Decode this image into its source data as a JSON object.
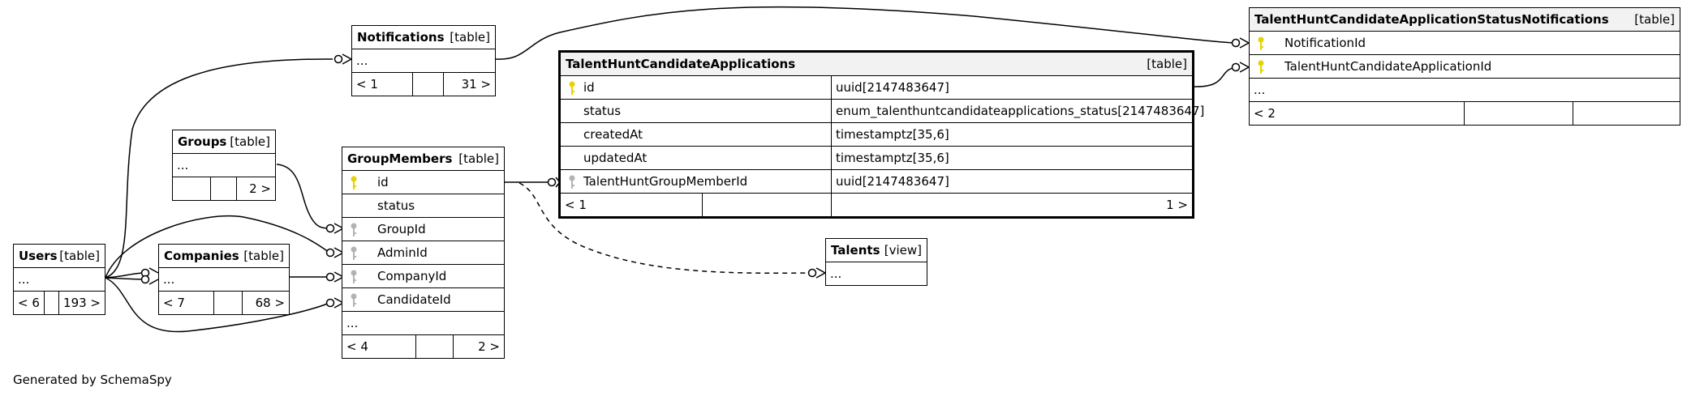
{
  "footer_text": "Generated by SchemaSpy",
  "key_color_primary": "#e6d300",
  "key_color_foreign": "#b3b3b3",
  "tables": {
    "notifications": {
      "name": "Notifications",
      "kind": "[table]",
      "ellipsis": "...",
      "parents": "< 1",
      "children": "31 >"
    },
    "groups": {
      "name": "Groups",
      "kind": "[table]",
      "ellipsis": "...",
      "children": "2 >"
    },
    "users": {
      "name": "Users",
      "kind": "[table]",
      "ellipsis": "...",
      "parents": "< 6",
      "children": "193 >"
    },
    "companies": {
      "name": "Companies",
      "kind": "[table]",
      "ellipsis": "...",
      "parents": "< 7",
      "children": "68 >"
    },
    "groupmembers": {
      "name": "GroupMembers",
      "kind": "[table]",
      "columns": [
        "id",
        "status",
        "GroupId",
        "AdminId",
        "CompanyId",
        "CandidateId"
      ],
      "ellipsis": "...",
      "parents": "< 4",
      "children": "2 >"
    },
    "applications": {
      "name": "TalentHuntCandidateApplications",
      "kind": "[table]",
      "columns": [
        {
          "name": "id",
          "type": "uuid[2147483647]"
        },
        {
          "name": "status",
          "type": "enum_talenthuntcandidateapplications_status[2147483647]"
        },
        {
          "name": "createdAt",
          "type": "timestamptz[35,6]"
        },
        {
          "name": "updatedAt",
          "type": "timestamptz[35,6]"
        },
        {
          "name": "TalentHuntGroupMemberId",
          "type": "uuid[2147483647]"
        }
      ],
      "parents": "< 1",
      "children": "1 >"
    },
    "talents": {
      "name": "Talents",
      "kind": "[view]",
      "ellipsis": "..."
    },
    "statusnotifications": {
      "name": "TalentHuntCandidateApplicationStatusNotifications",
      "kind": "[table]",
      "columns": [
        "NotificationId",
        "TalentHuntCandidateApplicationId"
      ],
      "ellipsis": "...",
      "parents": "< 2"
    }
  }
}
